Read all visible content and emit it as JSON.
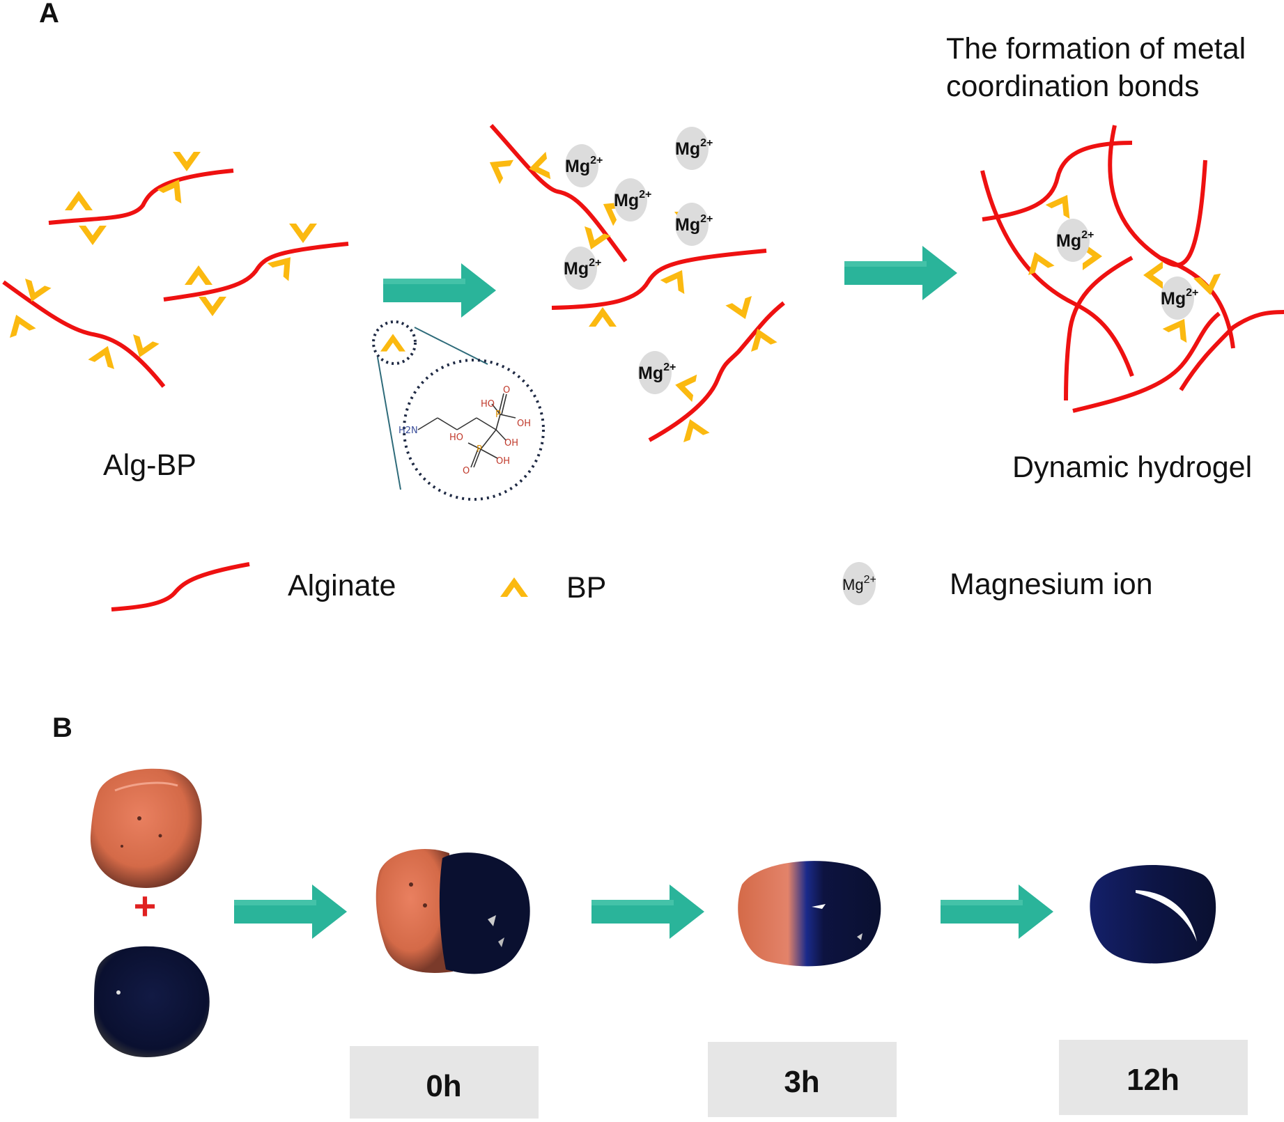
{
  "panels": {
    "a": "A",
    "b": "B"
  },
  "captions": {
    "alg_bp": "Alg-BP",
    "formation_line1": "The formation of metal",
    "formation_line2": "coordination bonds",
    "dynamic_hydrogel": "Dynamic hydrogel"
  },
  "legend": {
    "alginate": "Alginate",
    "bp": "BP",
    "magnesium": "Magnesium ion"
  },
  "ion": {
    "symbol": "Mg",
    "charge": "2+"
  },
  "molecule": {
    "nh2": "H2N",
    "ho": "HO",
    "oh": "OH",
    "o": "O",
    "p": "P"
  },
  "panel_b": {
    "plus": "+",
    "times": [
      "0h",
      "3h",
      "12h"
    ]
  },
  "colors": {
    "alginate": "#ee1111",
    "bp": "#fbb910",
    "ion": "#dcdcdc",
    "arrow": "#2ab49a",
    "time_box": "#e6e6e6",
    "red_gel": "#d9704f",
    "blue_gel": "#0d1433"
  }
}
